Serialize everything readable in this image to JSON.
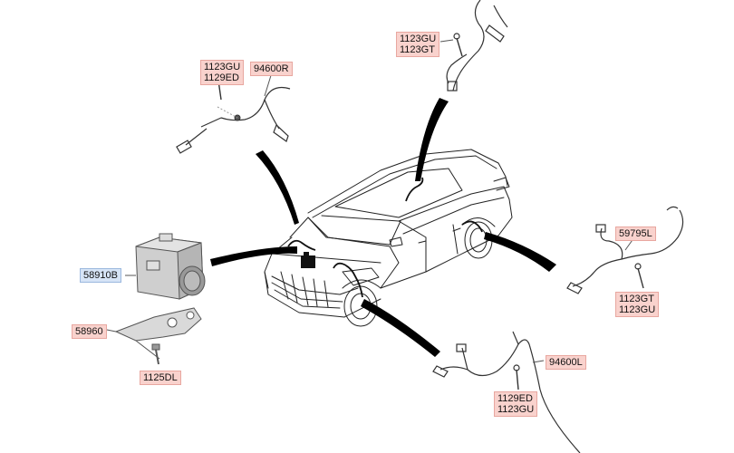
{
  "labels": {
    "top_center": [
      "1123GU",
      "1123GT"
    ],
    "top_left": [
      "1123GU",
      "1129ED"
    ],
    "front_right_sensor": "94600R",
    "hcu_assembly": "58910B",
    "bracket": "58960",
    "bracket_bolt": "1125DL",
    "rear_cable": "59795L",
    "rear_right_bolt": [
      "1123GT",
      "1123GU"
    ],
    "front_left_sensor": "94600L",
    "bottom_bolt": [
      "1129ED",
      "1123GU"
    ]
  },
  "colors": {
    "label_fill": "#f9d2cd",
    "label_border": "#e8a7a0",
    "highlight_fill": "#d6e4f6",
    "highlight_border": "#9bb8de",
    "line": "#222222"
  }
}
